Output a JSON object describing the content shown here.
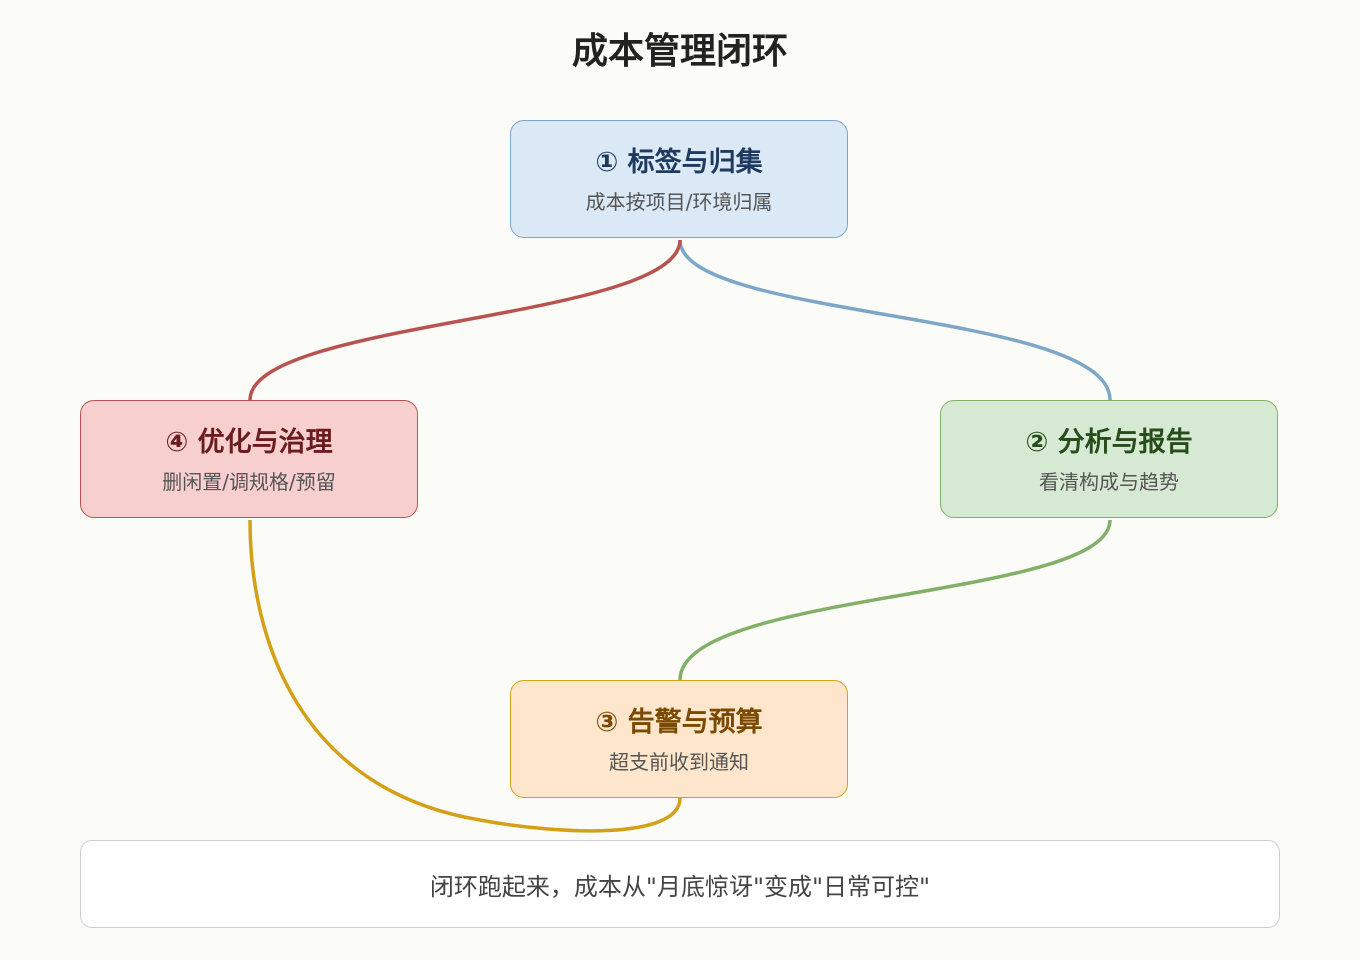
{
  "title": "成本管理闭环",
  "nodes": [
    {
      "head": "① 标签与归集",
      "sub": "成本按项目/环境归属"
    },
    {
      "head": "② 分析与报告",
      "sub": "看清构成与趋势"
    },
    {
      "head": "③ 告警与预算",
      "sub": "超支前收到通知"
    },
    {
      "head": "④ 优化与治理",
      "sub": "删闲置/调规格/预留"
    }
  ],
  "links": [
    {
      "from": "① 标签与归集",
      "to": "② 分析与报告",
      "color": "#7ea6c9"
    },
    {
      "from": "② 分析与报告",
      "to": "③ 告警与预算",
      "color": "#82b068"
    },
    {
      "from": "③ 告警与预算",
      "to": "④ 优化与治理",
      "color": "#d4a017"
    },
    {
      "from": "④ 优化与治理",
      "to": "① 标签与归集",
      "color": "#b85450"
    }
  ],
  "footer": "闭环跑起来，成本从\"月底惊讶\"变成\"日常可控\""
}
